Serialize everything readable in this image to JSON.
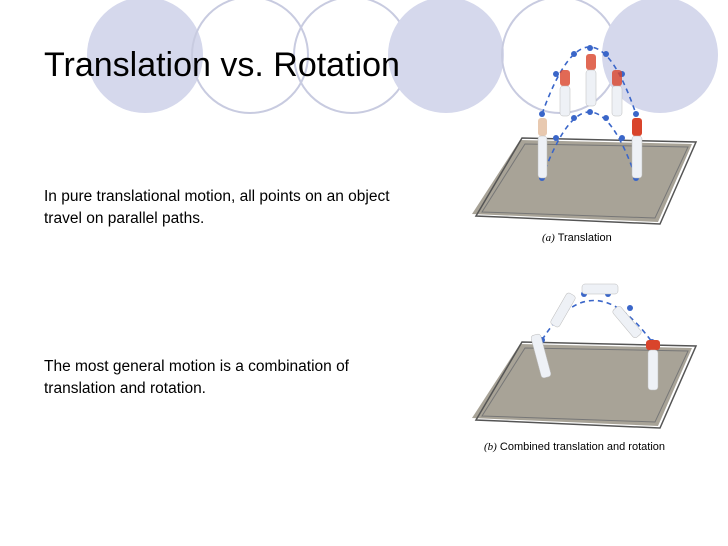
{
  "slide": {
    "title": "Translation vs. Rotation",
    "paragraph_1": "In pure translational motion, all points on an object travel on parallel paths.",
    "paragraph_2": "The most general motion is a combination of translation and rotation."
  },
  "figures": [
    {
      "label": "(a)",
      "caption": "Translation"
    },
    {
      "label": "(b)",
      "caption": "Combined translation and rotation"
    }
  ],
  "colors": {
    "circle_fill": "#d5d8ec",
    "circle_outline": "#c8cbe0",
    "mat": "#a8a397",
    "path_dots": "#3a66c9",
    "shirt": "#d9442b"
  }
}
